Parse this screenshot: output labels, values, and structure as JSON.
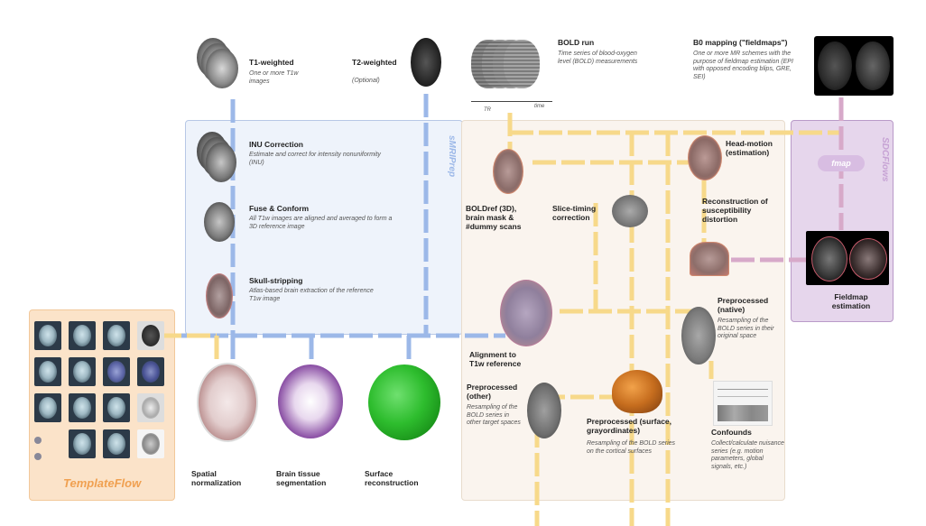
{
  "inputs": {
    "t1": {
      "title": "T1-weighted",
      "desc": "One or more T1w images"
    },
    "t2": {
      "title": "T2-weighted",
      "desc": "(Optional)"
    },
    "bold": {
      "title": "BOLD run",
      "desc": "Time series of blood-oxygen level (BOLD) measurements",
      "tr": "TR",
      "time": "time"
    },
    "fieldmap": {
      "title": "B0 mapping (\"fieldmaps\")",
      "desc": "One or more MR schemes with the purpose of fieldmap estimation (EPI with opposed encoding blips, GRE, SEI)"
    }
  },
  "smriprep": {
    "tag": "sMRIPrep",
    "steps": [
      {
        "title": "INU Correction",
        "desc": "Estimate and correct for intensity nonuniformity (INU)"
      },
      {
        "title": "Fuse & Conform",
        "desc": "All T1w images are aligned and averaged to form a 3D reference image"
      },
      {
        "title": "Skull-stripping",
        "desc": "Atlas-based brain extraction of the reference T1w image"
      }
    ]
  },
  "bold_steps": {
    "boldref": "BOLDref (3D), brain mask & #dummy scans",
    "slice_timing": "Slice-timing correction",
    "head_motion": "Head-motion (estimation)",
    "susceptibility": "Reconstruction of susceptibility distortion",
    "alignment": "Alignment to T1w reference",
    "native": {
      "title": "Preprocessed (native)",
      "desc": "Resampling of the BOLD series in their original space"
    },
    "other": {
      "title": "Preprocessed (other)",
      "desc": "Resampling of the BOLD series in other target spaces"
    },
    "surface": {
      "title": "Preprocessed (surface, grayordinates)",
      "desc": "Resampling of the BOLD series on the cortical surfaces"
    },
    "confounds": {
      "title": "Confounds",
      "desc": "Collect/calculate nuisance series (e.g. motion parameters, global signals, etc.)"
    }
  },
  "sdcflows": {
    "tag": "SDCFlows",
    "step": "Fieldmap estimation",
    "logo": "fmap"
  },
  "templateflow": {
    "tag": "TemplateFlow"
  },
  "outputs": {
    "spatial": "Spatial normalization",
    "tissue": "Brain tissue segmentation",
    "surface": "Surface reconstruction"
  },
  "colors": {
    "smriprep_bg": "#eef3fb",
    "smriprep_border": "#b7c8e6",
    "blue_line": "#9cb8e8",
    "yellow_line": "#f7d98a",
    "pink_line": "#d7a9c9",
    "sdcflows_bg": "#e6d6ec",
    "sdcflows_border": "#b99ac8",
    "sdcflows_text": "#c6a2d4",
    "bold_bg": "#faf4ee",
    "templateflow_bg": "#fbe3c9",
    "templateflow_text": "#f0a050"
  }
}
